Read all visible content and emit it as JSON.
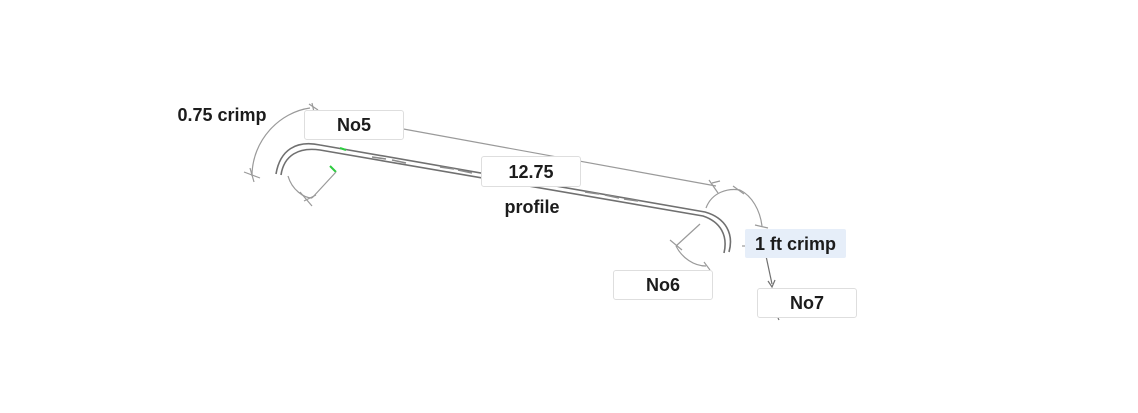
{
  "labels": {
    "left_crimp": "0.75 crimp",
    "point_5": "No5",
    "length": "12.75",
    "profile": "profile",
    "point_6": "No6",
    "right_crimp": "1 ft crimp",
    "point_7": "No7"
  },
  "colors": {
    "line": "#707070",
    "dim_line": "#9a9a9a",
    "highlight": "#2ecc40",
    "selected_bg": "#e6eef9"
  }
}
